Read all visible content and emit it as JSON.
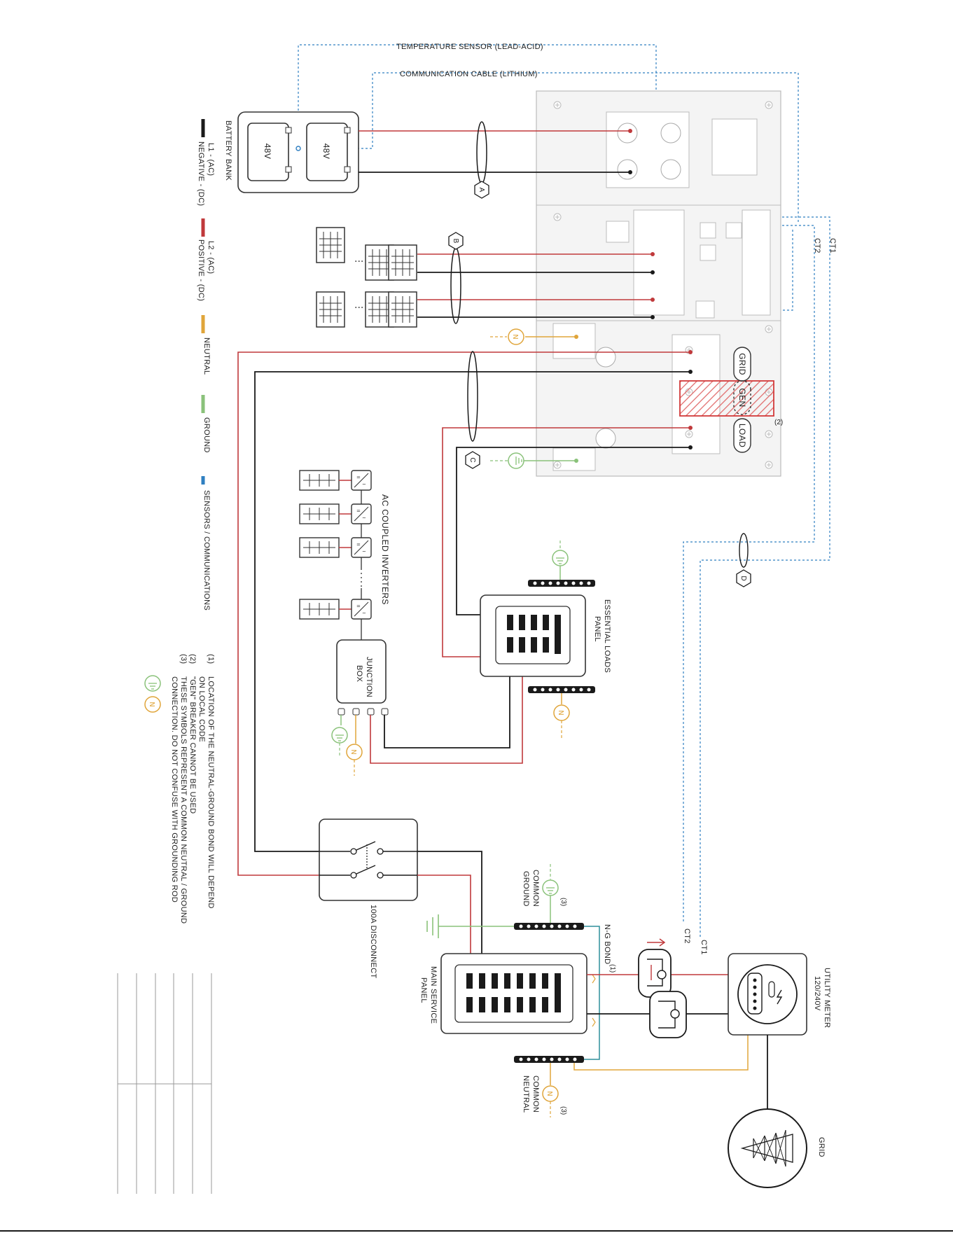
{
  "labels": {
    "temp_sensor": "TEMPERATURE SENSOR (LEAD-ACID)",
    "comm_cable": "COMMUNICATION CABLE (LITHIUM)",
    "battery_bank": "BATTERY BANK",
    "battery_voltage": "48V",
    "ct1": "CT1",
    "ct2": "CT2",
    "grid_port": "GRID",
    "gen_port": "GEN",
    "load_port": "LOAD",
    "note_ref_2": "(2)",
    "ac_coupled": "AC COUPLED INVERTERS",
    "junction_box": [
      "JUNCTION",
      "BOX"
    ],
    "essential_panel": [
      "ESSENTIAL LOADS",
      "PANEL"
    ],
    "disconnect": "100A DISCONNECT",
    "main_panel": [
      "MAIN SERVICE",
      "PANEL"
    ],
    "common_ground": [
      "COMMON",
      "GROUND"
    ],
    "common_neutral": [
      "COMMON",
      "NEUTRAL"
    ],
    "ref_3": "(3)",
    "ng_bond": "N-G BOND",
    "ng_bond_sup": "(1)",
    "utility_meter": [
      "UTILITY METER",
      "120/240V"
    ],
    "grid": "GRID"
  },
  "markers": [
    "A",
    "B",
    "C",
    "D"
  ],
  "legend": [
    {
      "line1": "L1 - (AC)",
      "line2": "NEGATIVE - (DC)",
      "color": "#1a1a1a"
    },
    {
      "line1": "L2 - (AC)",
      "line2": "POSITIVE - (DC)",
      "color": "#c0393b"
    },
    {
      "line1": "NEUTRAL",
      "line2": "",
      "color": "#e0a53a"
    },
    {
      "line1": "GROUND",
      "line2": "",
      "color": "#8ac27a"
    },
    {
      "line1": "SENSORS / COMMUNICATIONS",
      "line2": "",
      "color": "#2f7fc1"
    }
  ],
  "notes": [
    {
      "num": "(1)",
      "lines": [
        "LOCATION OF THE NEUTRAL-GROUND BOND WILL DEPEND",
        "ON LOCAL CODE"
      ]
    },
    {
      "num": "(2)",
      "lines": [
        "\"GEN\" BREAKER CANNOT BE USED"
      ]
    },
    {
      "num": "(3)",
      "lines": [
        "THESE SYMBOLS REPRESENT A COMMON NEUTRAL / GROUND",
        "CONNECTION. DO NOT CONFUSE WITH GROUNDING ROD"
      ]
    }
  ],
  "colors": {
    "red": "#c0393b",
    "black": "#1a1a1a",
    "neutral": "#e0a53a",
    "ground": "#8ac27a",
    "comm": "#2f7fc1"
  }
}
